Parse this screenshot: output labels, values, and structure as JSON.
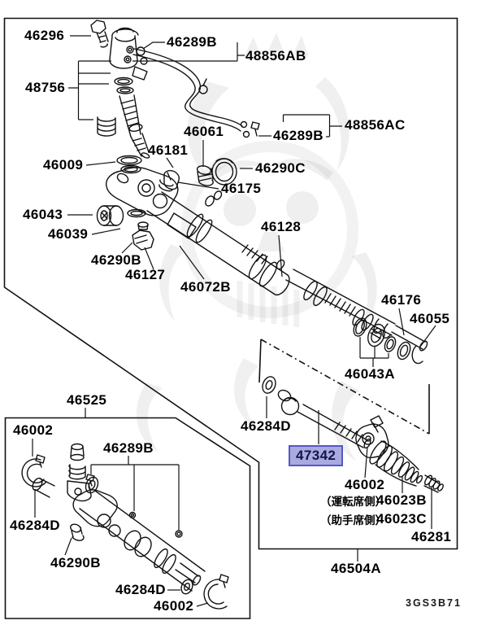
{
  "diagram": {
    "type": "exploded-parts-diagram",
    "highlighted_part": "47342",
    "drawing_code": "3GS3B71"
  },
  "colors": {
    "highlight_bg": "#a9abe0",
    "highlight_border": "#5557c8",
    "line": "#111111"
  },
  "labels": {
    "46296": "46296",
    "48756": "48756",
    "46289B": "46289B",
    "48856AB": "48856AB",
    "48856AC": "48856AC",
    "46061": "46061",
    "46181": "46181",
    "46290C": "46290C",
    "46009": "46009",
    "46175": "46175",
    "46043": "46043",
    "46039": "46039",
    "46128": "46128",
    "46290B": "46290B",
    "46127": "46127",
    "46072B": "46072B",
    "46176": "46176",
    "46055": "46055",
    "46043A": "46043A",
    "46284D": "46284D",
    "47342": "47342",
    "46002": "46002",
    "46023B": "46023B",
    "46023C": "46023C",
    "46281": "46281",
    "46504A": "46504A",
    "46525": "46525",
    "driver_side": "（運転席側）",
    "passenger_side": "（助手席側）",
    "drawing_code": "3GS3B71"
  }
}
